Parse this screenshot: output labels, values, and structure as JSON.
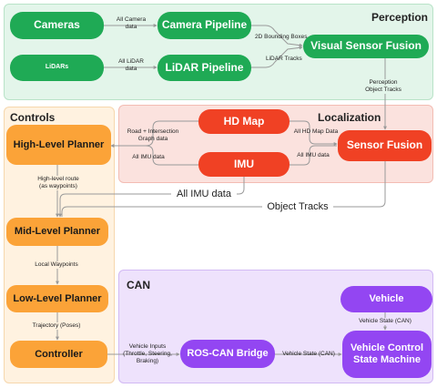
{
  "regions": {
    "perception": "Perception",
    "controls": "Controls",
    "localization": "Localization",
    "can": "CAN"
  },
  "nodes": {
    "cameras": "Cameras",
    "lidars": "LiDARs",
    "camera_pipeline": "Camera Pipeline",
    "lidar_pipeline": "LiDAR Pipeline",
    "visual_sensor_fusion": "Visual Sensor Fusion",
    "hd_map": "HD Map",
    "imu": "IMU",
    "sensor_fusion": "Sensor Fusion",
    "high_level_planner": "High-Level Planner",
    "mid_level_planner": "Mid-Level Planner",
    "low_level_planner": "Low-Level Planner",
    "controller": "Controller",
    "ros_can_bridge": "ROS-CAN Bridge",
    "vehicle": "Vehicle",
    "vehicle_control_state_machine": "Vehicle Control State Machine"
  },
  "edges": {
    "all_camera_data": "All Camera data",
    "all_lidar_data": "All LiDAR data",
    "bounding_boxes_2d": "2D Bounding Boxes",
    "lidar_tracks": "LiDAR Tracks",
    "perception_object_tracks": "Perception Object Tracks",
    "road_intersection_graph": "Road + Intersection Graph data",
    "all_hd_map_data": "All HD Map Data",
    "all_imu_data_left": "All IMU data",
    "all_imu_data_right": "All IMU data",
    "all_imu_data_big": "All IMU data",
    "object_tracks": "Object Tracks",
    "high_level_route": "High-level route (as waypoints)",
    "local_waypoints": "Local Waypoints",
    "trajectory_poses": "Trajectory (Poses)",
    "vehicle_inputs": "Vehicle Inputs (Throttle, Steering, Braking)",
    "vehicle_state_bottom": "Vehicle State (CAN)",
    "vehicle_state_top": "Vehicle State (CAN)"
  },
  "colors": {
    "perception_bg": "#e3f5ea",
    "controls_bg": "#fff2e0",
    "localization_bg": "#fbe2de",
    "can_bg": "#eee2fc",
    "green": "#1faa55",
    "red": "#f04124",
    "orange": "#fba338",
    "purple": "#9346f2"
  }
}
